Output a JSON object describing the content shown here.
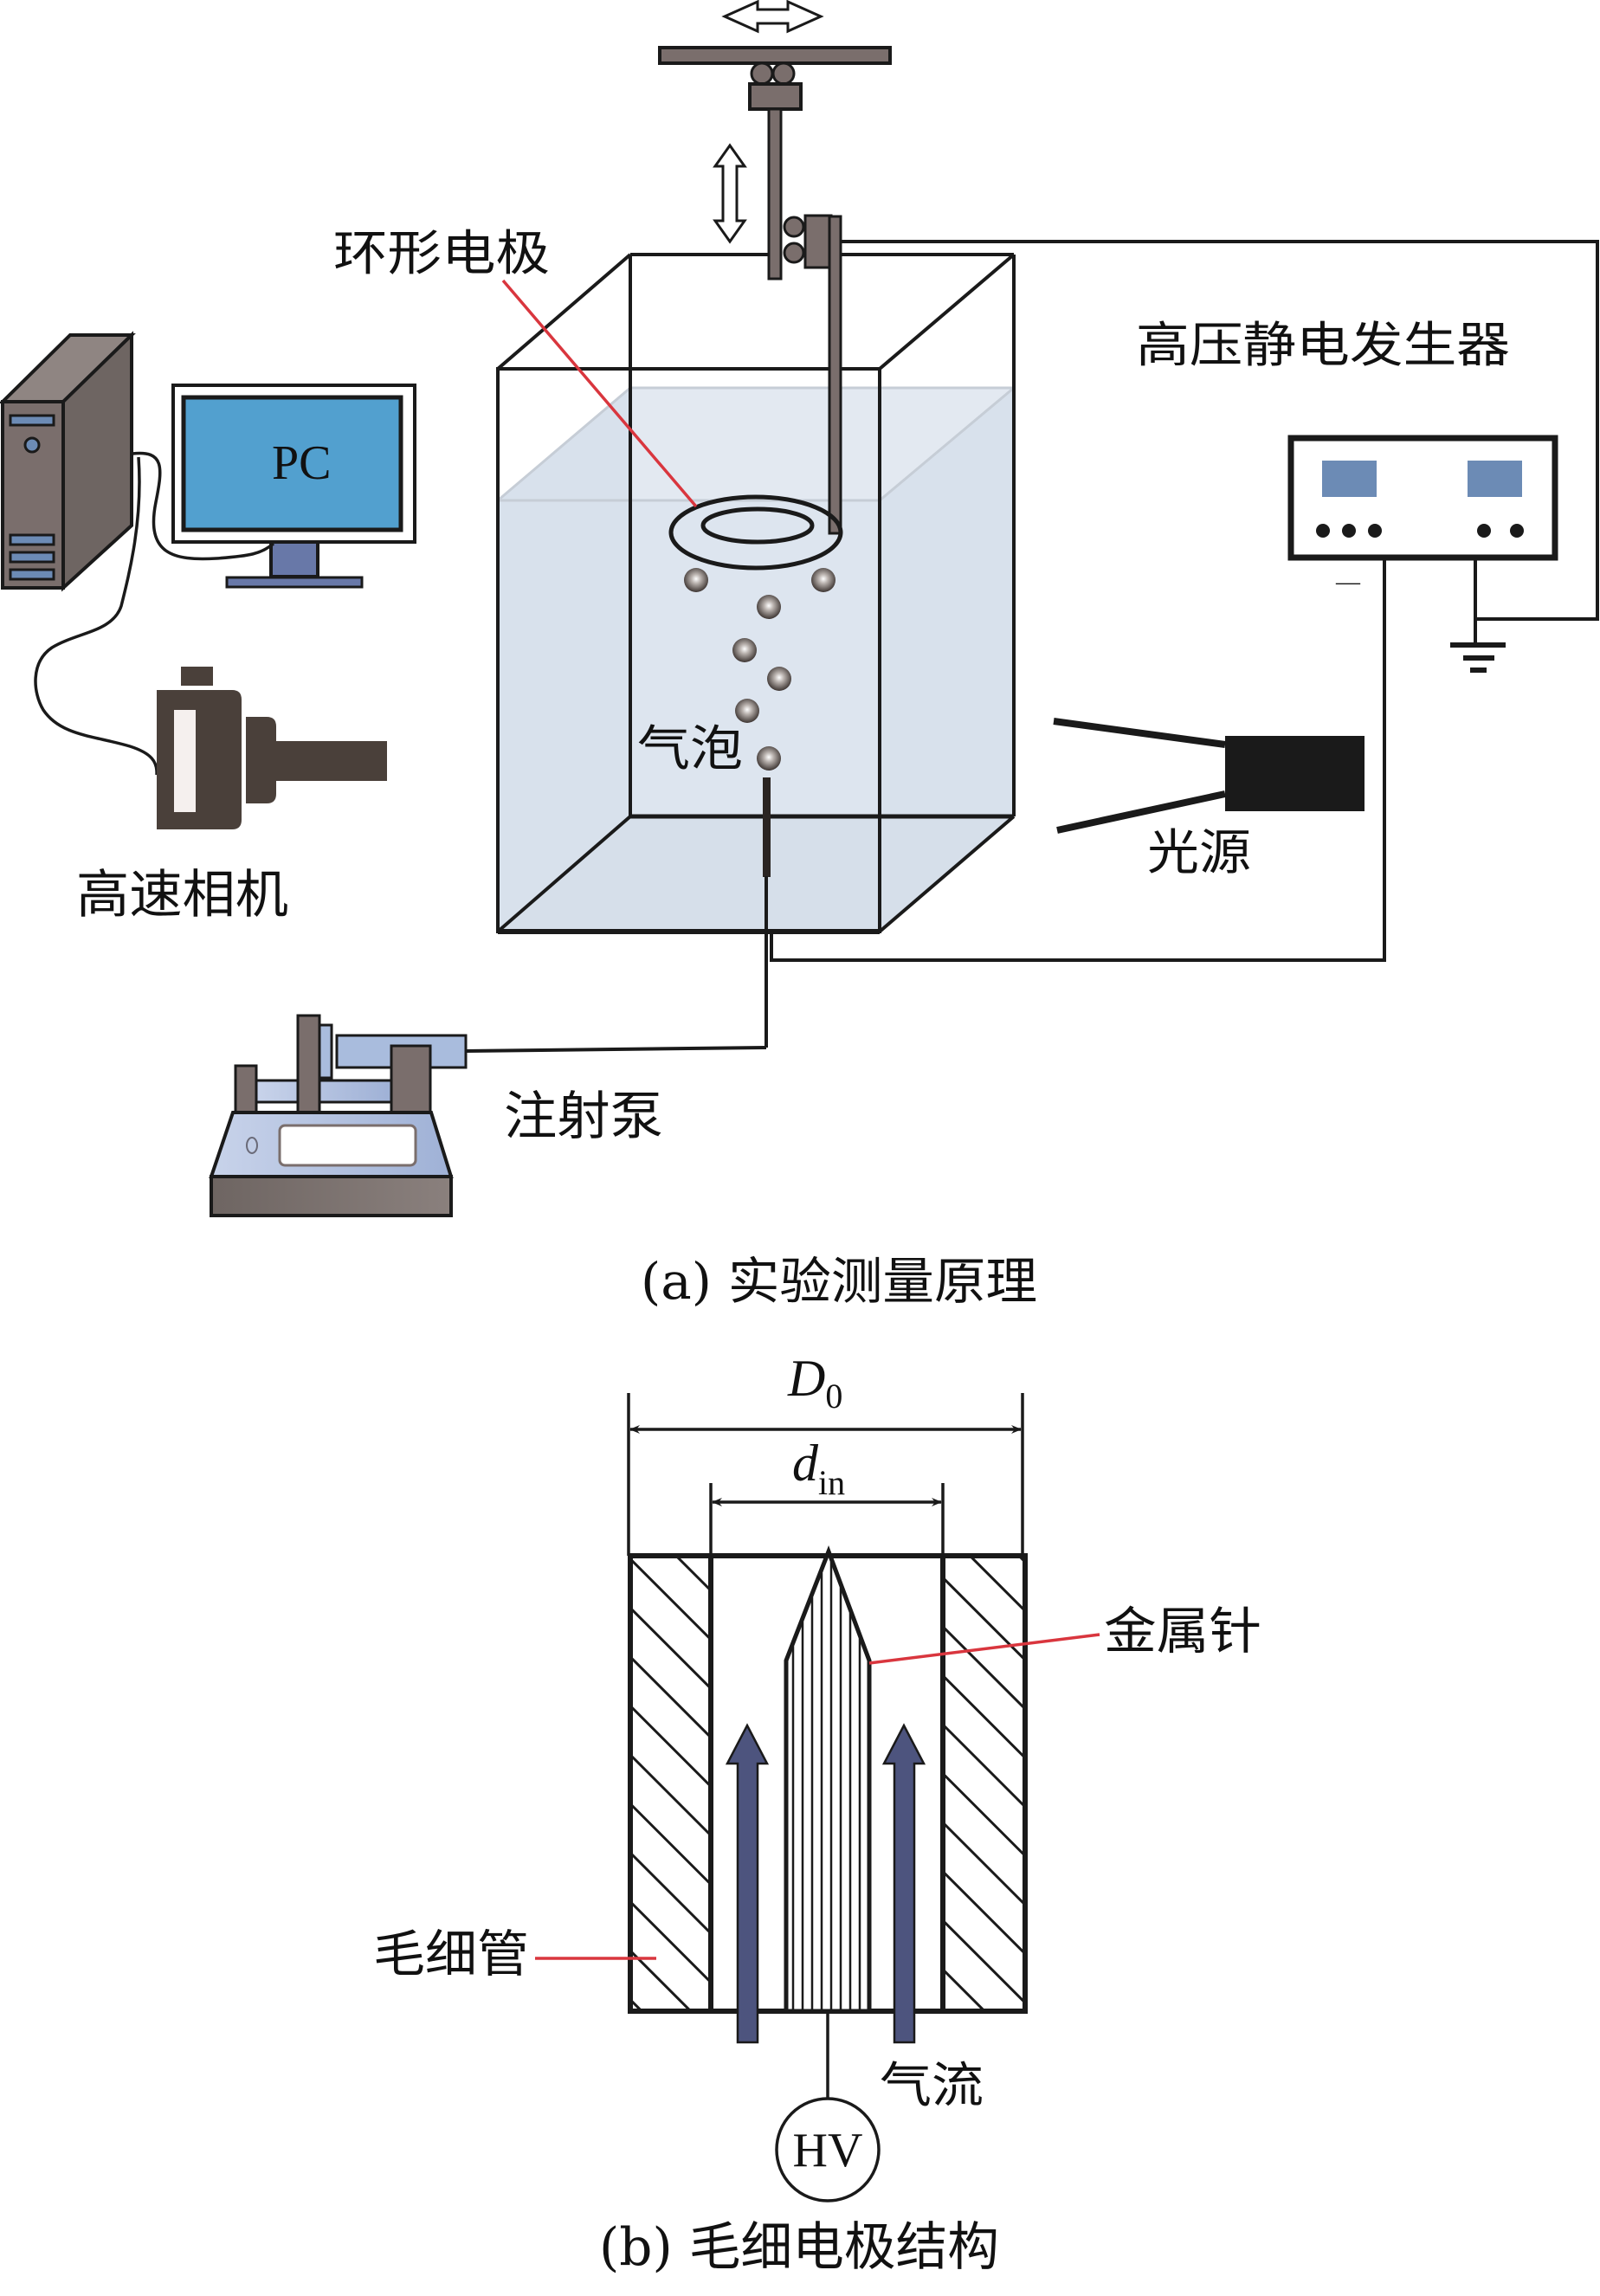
{
  "figure": {
    "panel_a": {
      "caption": "(a) 实验测量原理",
      "labels": {
        "ring_electrode": "环形电极",
        "hv_generator": "高压静电发生器",
        "pc": "PC",
        "high_speed_camera": "高速相机",
        "bubbles": "气泡",
        "light_source": "光源",
        "syringe_pump": "注射泵",
        "negative_terminal": "—"
      }
    },
    "panel_b": {
      "caption": "(b) 毛细电极结构",
      "labels": {
        "outer_diameter_symbol": "D",
        "outer_diameter_subscript": "0",
        "inner_diameter_symbol": "d",
        "inner_diameter_subscript": "in",
        "metal_needle": "金属针",
        "capillary": "毛细管",
        "gas_flow": "气流",
        "high_voltage": "HV"
      }
    },
    "colors": {
      "line": "#1a1a1a",
      "leader_red": "#d9363e",
      "water": "#dde5ef",
      "water_surface": "#c6cdd6",
      "device_gray": "#7a6e6c",
      "device_dark": "#4a403a",
      "monitor_screen": "#52a0cf",
      "panel_blue": "#6c8bb5",
      "arrow_blue": "#4d547e",
      "pump_blue": "#a9bcdd"
    }
  }
}
